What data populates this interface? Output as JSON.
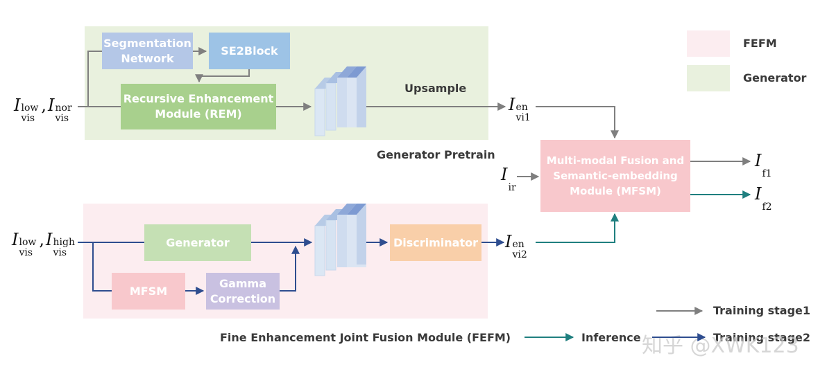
{
  "regions": {
    "generator_pretrain_label": "Generator Pretrain",
    "fefm_label": "Fine Enhancement Joint Fusion Module (FEFM)"
  },
  "blocks": {
    "segmentation_network": "Segmentation\nNetwork",
    "se2block": "SE2Block",
    "rem": "Recursive Enhancement\nModule (REM)",
    "upsample": "Upsample",
    "generator": "Generator",
    "mfsm_small": "MFSM",
    "gamma_correction": "Gamma\nCorrection",
    "discriminator": "Discriminator",
    "mfsm_main": "Multi-modal Fusion and\nSemantic-embedding\nModule (MFSM)"
  },
  "math": {
    "input_top": {
      "a_base": "I",
      "a_sup": "low",
      "a_sub": "vis",
      "b_base": "I",
      "b_sup": "nor",
      "b_sub": "vis"
    },
    "input_bottom": {
      "a_base": "I",
      "a_sup": "low",
      "a_sub": "vis",
      "b_base": "I",
      "b_sup": "high",
      "b_sub": "vis"
    },
    "out_vi1": {
      "base": "I",
      "sup": "en",
      "sub": "vi1"
    },
    "out_vi2": {
      "base": "I",
      "sup": "en",
      "sub": "vi2"
    },
    "in_ir": {
      "base": "I",
      "sub": "ir"
    },
    "out_f1": {
      "base": "I",
      "sub": "f1"
    },
    "out_f2": {
      "base": "I",
      "sub": "f2"
    }
  },
  "legend": {
    "fefm": "FEFM",
    "generator": "Generator",
    "training_stage1": "Training stage1",
    "inference": "Inference",
    "training_stage2": "Training stage2"
  },
  "watermark": "知乎 @XWK123",
  "colors": {
    "green_region": "#e9f1de",
    "pink_region": "#fcedf0",
    "rem_green": "#a8d08d",
    "seg_blue": "#b4c7e7",
    "se2_blue": "#9dc3e6",
    "generator_green": "#c5e0b4",
    "mfsm_pink": "#f8c8cc",
    "gamma_purple": "#c9c1e1",
    "discriminator_orange": "#f9cfa9",
    "mfsm_main_pink": "#f8c8cc",
    "gray_arrow": "#7f7f7f",
    "blue_arrow": "#2e4d8f",
    "teal_arrow": "#1f7f7f"
  }
}
